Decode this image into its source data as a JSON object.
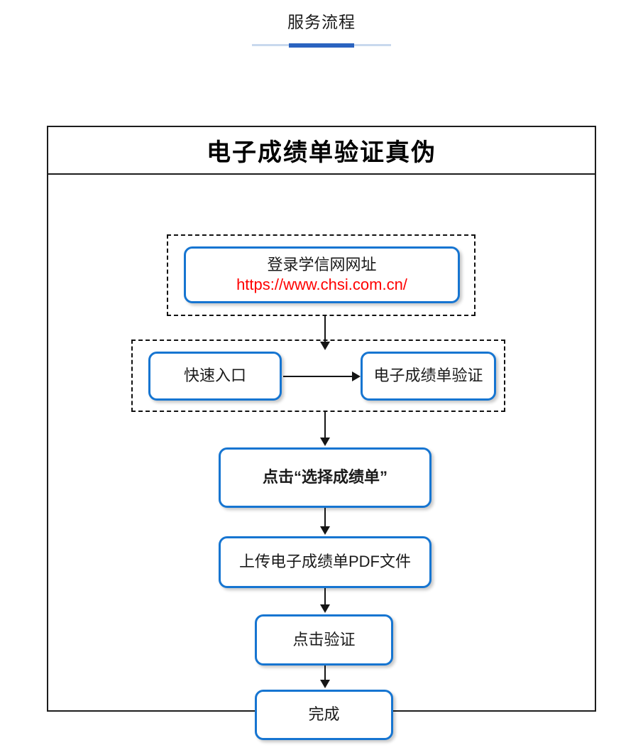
{
  "page_header": {
    "title": "服务流程",
    "accent_color": "#2a63c0",
    "rule_color": "#c9d9ee"
  },
  "diagram": {
    "title": "电子成绩单验证真伪",
    "border_color": "#1d1d1d",
    "node_border_color": "#1675d1",
    "url_color": "#ff0000",
    "steps": [
      {
        "id": "login",
        "label": "登录学信网网址",
        "url": "https://www.chsi.com.cn/",
        "bold": false
      },
      {
        "id": "quick-entry",
        "label": "快速入口",
        "bold": false
      },
      {
        "id": "transcript-verification",
        "label": "电子成绩单验证",
        "bold": false
      },
      {
        "id": "select-transcript",
        "label": "点击“选择成绩单”",
        "bold": true
      },
      {
        "id": "upload-pdf",
        "label": "上传电子成绩单PDF文件",
        "bold": false
      },
      {
        "id": "click-verify",
        "label": "点击验证",
        "bold": false
      },
      {
        "id": "done",
        "label": "完成",
        "bold": false
      }
    ]
  }
}
